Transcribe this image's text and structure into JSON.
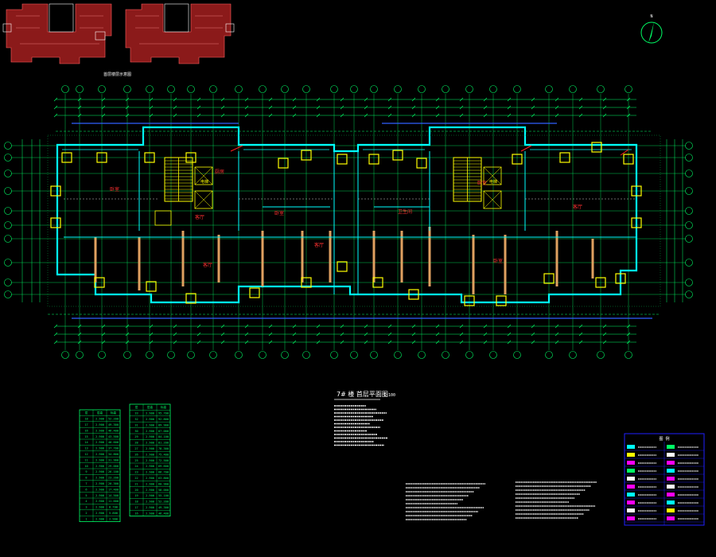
{
  "colors": {
    "background": "#000000",
    "grid_axis": "#00ff66",
    "walls": "#00ffff",
    "doors": "#ffff00",
    "columns": "#ffff00",
    "partitions": "#e0a060",
    "dimension": "#00ff66",
    "ducts": "#3060ff",
    "key_plan_fill": "#8b1a1a",
    "legend_frame": "#2020ff",
    "annotation": "#ff2020"
  },
  "drawing": {
    "title": "7# 楼 首层平面图",
    "scale": "1:100",
    "key_plan_label": "首层楼层示意图",
    "elevator_label": "电梯",
    "north_symbol": "north-arrow"
  },
  "room_labels": [
    "卧室",
    "客厅",
    "卧室",
    "客厅",
    "厨房",
    "卫生间",
    "卧室",
    "客厅",
    "卧室",
    "客厅"
  ],
  "tables": [
    {
      "header": [
        "层",
        "层高",
        "标高"
      ],
      "rows": [
        [
          "18",
          "2.900",
          "52.200"
        ],
        [
          "17",
          "2.900",
          "49.300"
        ],
        [
          "16",
          "2.900",
          "46.400"
        ],
        [
          "15",
          "2.900",
          "43.500"
        ],
        [
          "14",
          "2.900",
          "40.600"
        ],
        [
          "13",
          "2.900",
          "37.700"
        ],
        [
          "12",
          "2.900",
          "34.800"
        ],
        [
          "11",
          "2.900",
          "31.900"
        ],
        [
          "10",
          "2.900",
          "29.000"
        ],
        [
          "9",
          "2.900",
          "26.100"
        ],
        [
          "8",
          "2.900",
          "23.200"
        ],
        [
          "7",
          "2.900",
          "20.300"
        ],
        [
          "6",
          "2.900",
          "17.400"
        ],
        [
          "5",
          "2.900",
          "14.500"
        ],
        [
          "4",
          "2.900",
          "11.600"
        ],
        [
          "3",
          "2.900",
          "8.700"
        ],
        [
          "2",
          "2.900",
          "5.800"
        ],
        [
          "1",
          "2.900",
          "2.900"
        ]
      ]
    },
    {
      "header": [
        "层",
        "层高",
        "标高"
      ],
      "rows": [
        [
          "33",
          "2.900",
          "95.700"
        ],
        [
          "32",
          "2.900",
          "92.800"
        ],
        [
          "31",
          "2.900",
          "89.900"
        ],
        [
          "30",
          "2.900",
          "87.000"
        ],
        [
          "29",
          "2.900",
          "84.100"
        ],
        [
          "28",
          "2.900",
          "81.200"
        ],
        [
          "27",
          "2.900",
          "78.300"
        ],
        [
          "26",
          "2.900",
          "75.400"
        ],
        [
          "25",
          "2.900",
          "72.500"
        ],
        [
          "24",
          "2.900",
          "69.600"
        ],
        [
          "23",
          "2.900",
          "66.700"
        ],
        [
          "22",
          "2.900",
          "63.800"
        ],
        [
          "21",
          "2.900",
          "60.900"
        ],
        [
          "20",
          "2.900",
          "58.000"
        ],
        [
          "19",
          "2.900",
          "55.100"
        ],
        [
          "18",
          "2.900",
          "52.200"
        ],
        [
          "17",
          "2.900",
          "49.300"
        ],
        [
          "16",
          "2.900",
          "46.400"
        ]
      ]
    }
  ],
  "legend": {
    "title": "图 例",
    "items": [
      "",
      "",
      "",
      "",
      "",
      "",
      "",
      "",
      "",
      "",
      "",
      "",
      "",
      "",
      "",
      "",
      "",
      "",
      "",
      ""
    ]
  }
}
